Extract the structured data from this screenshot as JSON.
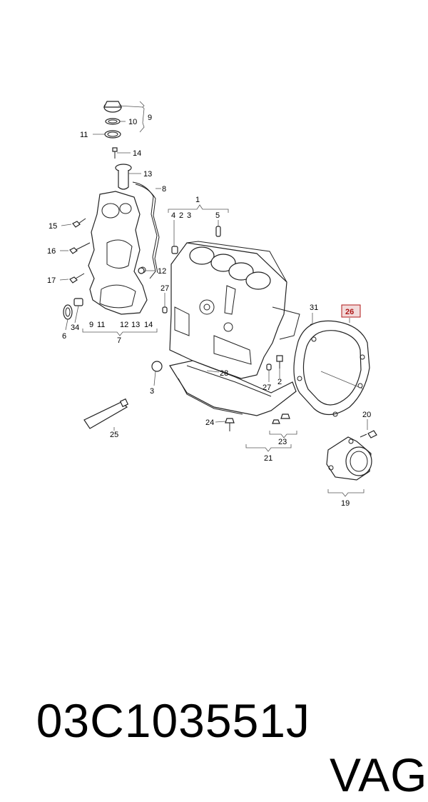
{
  "diagram": {
    "callouts": {
      "c1": "1",
      "c2a": "2",
      "c2b": "2",
      "c3a": "3",
      "c3b": "3",
      "c4": "4",
      "c5": "5",
      "c6": "6",
      "c7": "7",
      "c8": "8",
      "c9a": "9",
      "c9b": "9",
      "c10": "10",
      "c11a": "11",
      "c11b": "11",
      "c12a": "12",
      "c12b": "12",
      "c13a": "13",
      "c13b": "13",
      "c14a": "14",
      "c14b": "14",
      "c15": "15",
      "c16": "16",
      "c17": "17",
      "c19": "19",
      "c20": "20",
      "c21": "21",
      "c23": "23",
      "c24": "24",
      "c25": "25",
      "c26": "26",
      "c27a": "27",
      "c27b": "27",
      "c28": "28",
      "c31": "31",
      "c34": "34"
    },
    "highlight_color": "#b01818"
  },
  "caption": {
    "part_number": "03C103551J",
    "brand": "VAG"
  }
}
